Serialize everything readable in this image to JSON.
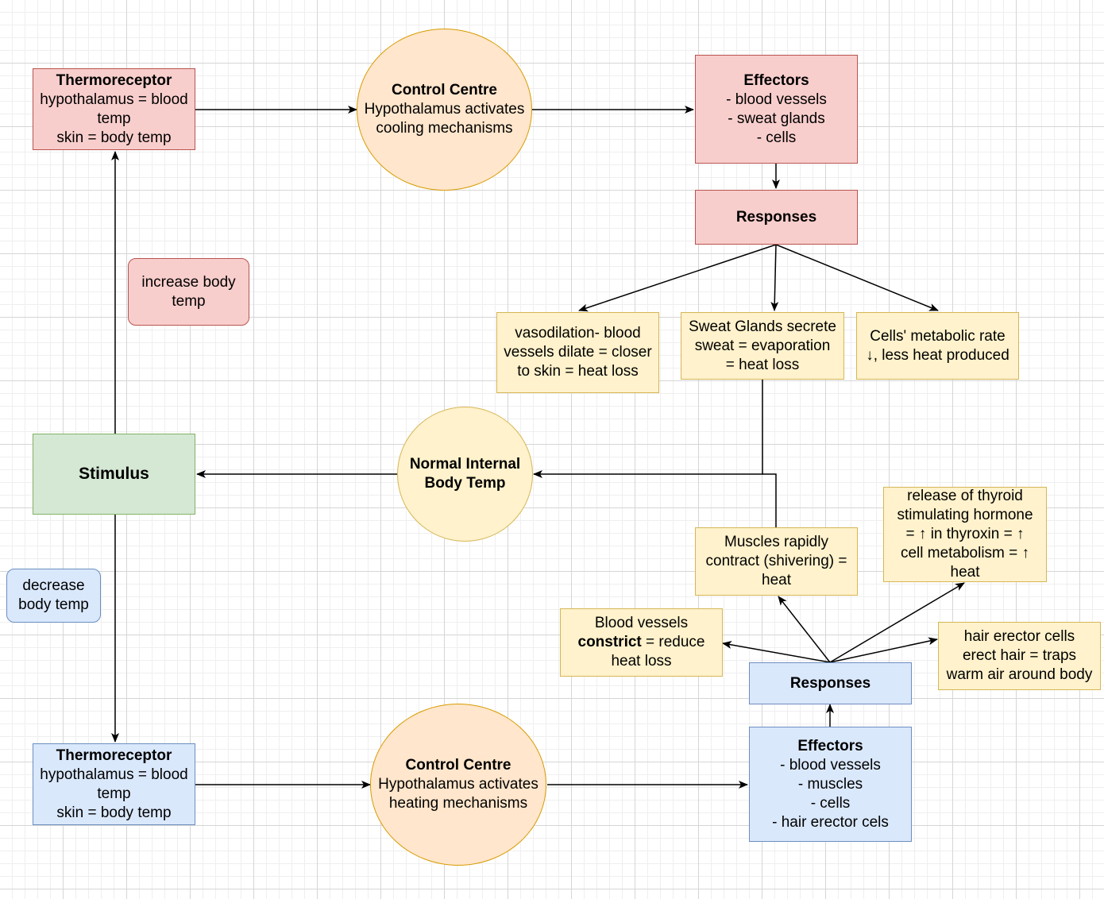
{
  "top_loop": {
    "thermoreceptor": {
      "title": "Thermoreceptor",
      "line1": "hypothalamus = blood",
      "line2": "temp",
      "line3": "skin = body temp"
    },
    "control_centre": {
      "title": "Control Centre",
      "line1": "Hypothalamus activates",
      "line2": "cooling mechanisms"
    },
    "effectors": {
      "title": "Effectors",
      "line1": "- blood vessels",
      "line2": "- sweat glands",
      "line3": "- cells"
    },
    "responses": {
      "title": "Responses"
    },
    "vasodilation": {
      "line1": "vasodilation- blood",
      "line2": "vessels dilate = closer",
      "line3": "to skin = heat loss"
    },
    "sweat": {
      "line1": "Sweat Glands secrete",
      "line2": "sweat = evaporation",
      "line3": "= heat loss"
    },
    "cells": {
      "line1": "Cells' metabolic rate",
      "line2": "↓, less heat produced"
    }
  },
  "labels": {
    "increase": {
      "line1": "increase body",
      "line2": "temp"
    },
    "decrease": {
      "line1": "decrease",
      "line2": "body temp"
    }
  },
  "stimulus": {
    "title": "Stimulus"
  },
  "normal": {
    "line1": "Normal Internal",
    "line2": "Body Temp"
  },
  "bottom_loop": {
    "thermoreceptor": {
      "title": "Thermoreceptor",
      "line1": "hypothalamus = blood",
      "line2": "temp",
      "line3": "skin = body temp"
    },
    "control_centre": {
      "title": "Control Centre",
      "line1": "Hypothalamus activates",
      "line2": "heating  mechanisms"
    },
    "effectors": {
      "title": "Effectors",
      "line1": "- blood vessels",
      "line2": "- muscles",
      "line3": "- cells",
      "line4": "- hair erector cels"
    },
    "responses": {
      "title": "Responses"
    },
    "muscles": {
      "line1": "Muscles rapidly",
      "line2": "contract (shivering) =",
      "line3": "heat"
    },
    "thyroid": {
      "line1": "release of thyroid",
      "line2": "stimulating hormone",
      "line3": "= ↑ in thyroxin = ↑",
      "line4": "cell metabolism = ↑",
      "line5": "heat"
    },
    "constrict": {
      "line1": "Blood vessels",
      "line2_bold": "constrict",
      "line2_rest": " = reduce",
      "line3": "heat loss"
    },
    "hair": {
      "line1": "hair erector cells",
      "line2": "erect hair = traps",
      "line3": "warm air around body"
    }
  },
  "colors": {
    "red_fill": "#f8cecc",
    "red_stroke": "#b85450",
    "blue_fill": "#dae8fc",
    "blue_stroke": "#6c8ebf",
    "green_fill": "#d5e8d4",
    "green_stroke": "#82b366",
    "yellow_fill": "#fff2cc",
    "yellow_stroke": "#d6b656",
    "peach_fill": "#ffe6cc",
    "peach_stroke": "#d79b00"
  }
}
